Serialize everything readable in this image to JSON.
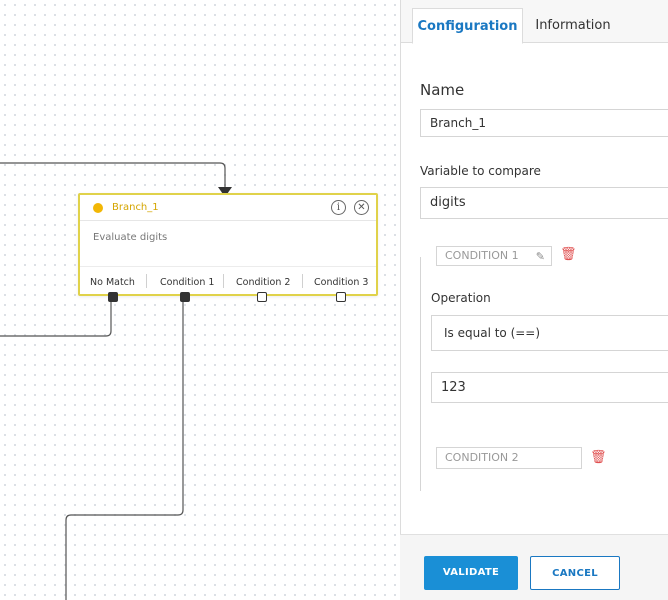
{
  "canvas": {
    "node": {
      "title": "Branch_1",
      "description": "Evaluate digits",
      "outputs": [
        "No Match",
        "Condition 1",
        "Condition 2",
        "Condition 3"
      ]
    }
  },
  "panel": {
    "tabs": [
      "Configuration",
      "Information"
    ],
    "active_tab": "Configuration",
    "name_label": "Name",
    "name_value": "Branch_1",
    "variable_label": "Variable to compare",
    "variable_value": "digits",
    "conditions": [
      {
        "label": "CONDITION 1",
        "operation_label": "Operation",
        "operation_value": "Is equal to (==)",
        "value": "123"
      },
      {
        "label": "CONDITION 2"
      }
    ]
  },
  "footer": {
    "validate_label": "VALIDATE",
    "cancel_label": "CANCEL"
  },
  "colors": {
    "accent": "#1a8fd6",
    "node_border": "#e0d24a",
    "node_title": "#d4a500",
    "delete": "#e05050"
  },
  "icons": [
    "info-icon",
    "close-icon",
    "pencil-icon",
    "trash-icon"
  ]
}
